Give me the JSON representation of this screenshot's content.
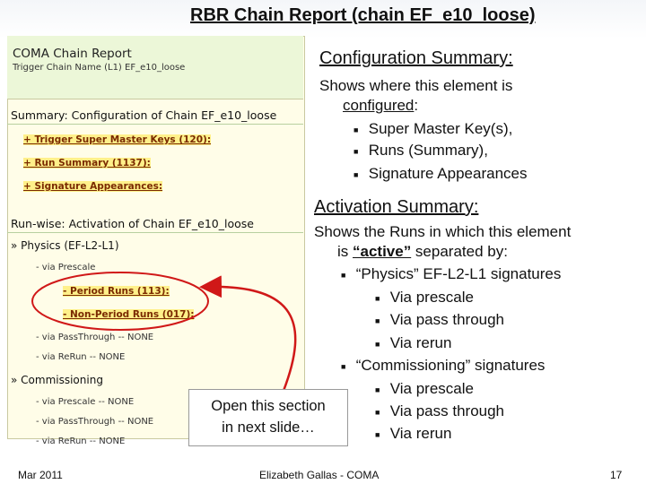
{
  "slide": {
    "title": "RBR Chain Report (chain EF_e10_loose)",
    "footer_left": "Mar 2011",
    "footer_center": "Elizabeth Gallas - COMA",
    "footer_right": "17"
  },
  "screenshot": {
    "header_title": "COMA Chain Report",
    "trigger_chain_label": "Trigger Chain Name (L1)  EF_e10_loose",
    "summary_heading": "Summary: Configuration of Chain EF_e10_loose",
    "summary_items": [
      "+ Trigger Super Master Keys (120):",
      "+ Run Summary (1137):",
      "+ Signature Appearances:"
    ],
    "runwise_heading": "Run-wise: Activation of Chain EF_e10_loose",
    "physics_heading": "» Physics (EF-L2-L1)",
    "via_prescale": "- via Prescale",
    "period_runs": "- Period Runs (113):",
    "non_period_runs": "- Non-Period Runs (017):",
    "via_passthrough_none": "- via PassThrough -- NONE",
    "via_rerun_none": "- via ReRun -- NONE",
    "commissioning_heading": "» Commissioning",
    "comm_prescale": "- via Prescale -- NONE",
    "comm_passthrough": "- via PassThrough -- NONE",
    "comm_rerun": "- via ReRun -- NONE"
  },
  "config": {
    "heading": "Configuration Summary:",
    "line1": "Shows where this element is",
    "line2_underlined": "configured",
    "line2_rest": ":",
    "bullets": [
      "Super Master Key(s),",
      "Runs (Summary),",
      "Signature Appearances"
    ]
  },
  "activation": {
    "heading": "Activation Summary:",
    "line1": "Shows the Runs in which this element",
    "line2_pre": "is ",
    "line2_emph": "“active”",
    "line2_post": " separated by:",
    "physics": "“Physics” EF-L2-L1 signatures",
    "physics_sub": [
      "Via prescale",
      "Via pass through",
      "Via rerun"
    ],
    "commissioning": "“Commissioning” signatures",
    "comm_sub": [
      "Via prescale",
      "Via pass through",
      "Via rerun"
    ]
  },
  "callout": {
    "line1": "Open this section",
    "line2": "in next slide…"
  },
  "colors": {
    "arrow": "#d01818",
    "highlight": "#fff08a",
    "link": "#7a2a00"
  }
}
